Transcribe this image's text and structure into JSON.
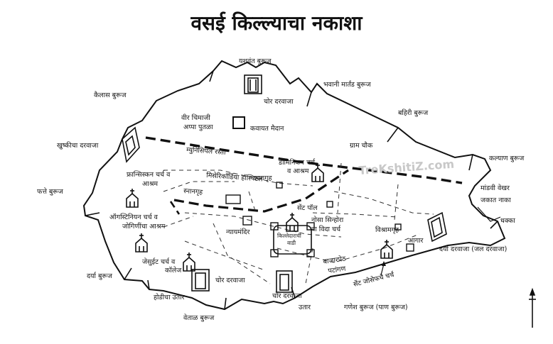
{
  "title": "वसई किल्ल्याचा नकाशा",
  "watermark": "TreKshitiZ.com",
  "colors": {
    "ink": "#111111",
    "paper": "#ffffff",
    "watermark": "#c8c8c8"
  },
  "labels": {
    "yashwant_buruj": "यशवंत बुरूज",
    "chor_darwaja_top": "चोर दरवाजा",
    "bhavani_martand_buruj": "भवानी मार्तंड बुरूज",
    "kailas_buruj": "कैलास बुरूज",
    "veer_chimaji": "वीर चिमाजी",
    "appa_putla": "अप्पा पुतळा",
    "kawayat_maidan": "कवायत मैदान",
    "bahiri_buruj": "बहिरी बुरूज",
    "khushkichya_darwaja": "खुष्कीचा दरवाजा",
    "municipal_rasta": "म्युनिसिपल रस्ता",
    "gram_chowk": "ग्राम चौक",
    "kalyan_buruj": "कल्याण बुरूज",
    "dominican_church": "डॉमिनिकन चर्च",
    "dominican_ashram": "व आश्रम",
    "karagruh": "कारागृह",
    "franciscan_church": "फ्रान्सिस्कन चर्च व",
    "franciscan_ashram": "आश्रम",
    "misericordia_hospital": "मिसेरिकॉर्डिया हॉस्पिटल",
    "snangruh": "स्नानगृह",
    "fatte_buruj": "फत्ते बुरूज",
    "mandvi_wakhar": "मांडवी वेखर",
    "jakat_naka": "जकात नाका",
    "dhakka": "धक्का",
    "saint_paul": "सेंट पॉल",
    "nossa_church": "नोसा सिन्होरा",
    "nossa_church2": "वा विदा चर्च",
    "augustinian_church": "ऑगस्टिनियन चर्च व",
    "augustinian_ashram": "जोगिणींचा आश्रम",
    "nyayamandir": "न्यायमंदिर",
    "killedarachi_wadi": "किल्लेदाराची",
    "killedarachi_wadi2": "वाडी",
    "vishramgruh": "विश्रामगृह",
    "aagar": "आगार",
    "jesuit_church": "जेसुईट चर्च व",
    "jesuit_college": "कॉलेज",
    "bajarpeth": "बाजारपेठ",
    "bajarpeth2": "पटांगण",
    "darya_darwaja": "दर्या दरवाजा (जल दरवाजा)",
    "darya_buruj": "दर्या बुरूज",
    "chor_darwaja_mid": "चोर दरवाजा",
    "saint_joseph": "सेंट जोसेफचे चर्च",
    "hodiche_utar": "होडीचा उतार",
    "chor_darwaja_bottom": "चोर दरवाजा",
    "utar": "उतार",
    "ganesh_buruj": "गणेश बुरूज (पाण बुरूज)",
    "vetal_buruj": "वेताळ बुरूज"
  }
}
